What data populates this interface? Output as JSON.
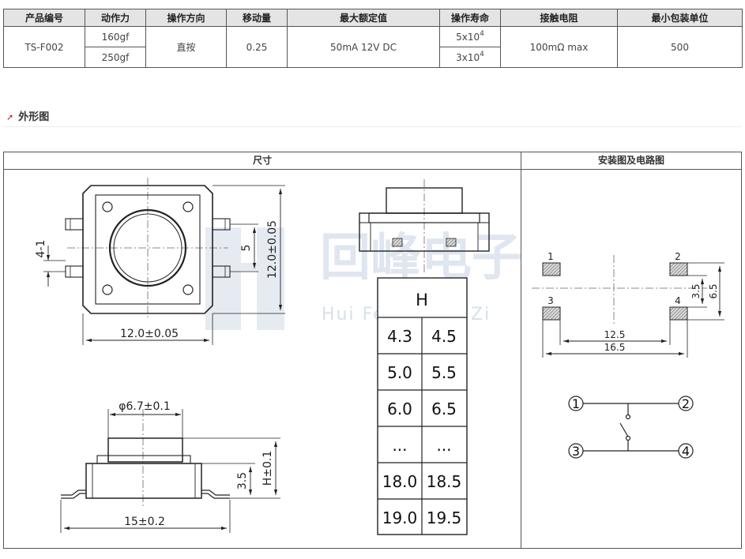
{
  "spec_table": {
    "headers": [
      "产品编号",
      "动作力",
      "操作方向",
      "移动量",
      "最大额定值",
      "操作寿命",
      "接触电阻",
      "最小包装单位"
    ],
    "part_no": "TS-F002",
    "force": [
      "160gf",
      "250gf"
    ],
    "direction": "直按",
    "travel": "0.25",
    "rating": "50mA 12V DC",
    "life": [
      {
        "base": "5x10",
        "exp": "4"
      },
      {
        "base": "3x10",
        "exp": "4"
      }
    ],
    "contact_resistance": "100mΩ max",
    "min_pack": "500"
  },
  "section": {
    "title": "外形图",
    "arrow": "➚"
  },
  "drawing": {
    "left_title": "尺寸",
    "right_title": "安装图及电路图",
    "watermark": {
      "main": "回峰电子",
      "sub": "Hui Feng Dian Zi"
    },
    "top_view": {
      "pin_pitch": "4-1",
      "inner": "5",
      "width": "12.0±0.05",
      "height": "12.0±0.05"
    },
    "side_view": {
      "cap_dia": "φ6.7±0.1",
      "body_h": "3.5",
      "total_h": "H±0.1",
      "length": "15±0.2"
    },
    "h_table": {
      "header": "H",
      "rows": [
        [
          "4.3",
          "4.5"
        ],
        [
          "5.0",
          "5.5"
        ],
        [
          "6.0",
          "6.5"
        ],
        [
          "...",
          "..."
        ],
        [
          "18.0",
          "18.5"
        ],
        [
          "19.0",
          "19.5"
        ]
      ]
    },
    "footprint": {
      "pads": [
        "1",
        "2",
        "3",
        "4"
      ],
      "pad_gap": "3.5",
      "pad_span_v": "6.5",
      "inner_w": "12.5",
      "outer_w": "16.5"
    },
    "circuit": {
      "terminals": [
        "1",
        "2",
        "3",
        "4"
      ]
    }
  }
}
